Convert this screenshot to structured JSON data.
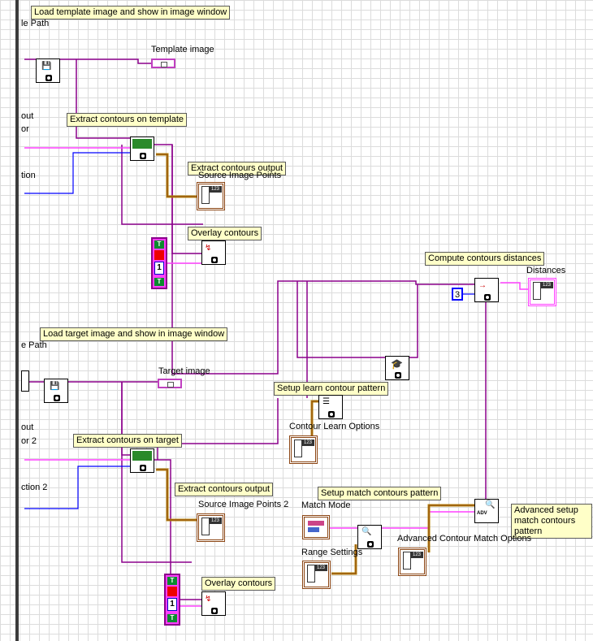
{
  "notes": {
    "load_template": "Load template image and show in image window",
    "extract_template": "Extract contours on template",
    "extract_output_1": "Extract contours output",
    "overlay_1": "Overlay contours",
    "compute_distances": "Compute contours distances",
    "load_target": "Load target image and show in image window",
    "setup_learn": "Setup learn contour pattern",
    "extract_target": "Extract contours on target",
    "extract_output_2": "Extract contours output",
    "setup_match": "Setup match contours pattern",
    "advanced_setup": "Advanced setup match contours pattern",
    "overlay_2": "Overlay contours"
  },
  "labels": {
    "file_path_1": "le Path",
    "template_image": "Template image",
    "source_image_points": "Source Image Points",
    "distances": "Distances",
    "file_path_2": "e Path",
    "target_image": "Target image",
    "contour_learn_options": "Contour Learn Options",
    "source_image_points_2": "Source Image Points 2",
    "match_mode": "Match Mode",
    "range_settings": "Range Settings",
    "advanced_contour_match": "Advanced Contour Match Options",
    "left_out_1": "out",
    "left_or_1": "or",
    "left_tion_1": "tion",
    "left_out_2": "out",
    "left_or_2": "or 2",
    "left_tion_2": "ction 2"
  },
  "constants": {
    "distance_const": "3",
    "bool_one_1": "1",
    "bool_one_2": "1",
    "bool_t": "T"
  },
  "colors": {
    "note_bg": "#ffffc8",
    "wire_image": "#8b008b",
    "wire_pink": "#ff40ff",
    "wire_blue": "#0000ff",
    "wire_brown": "#8b4513"
  }
}
